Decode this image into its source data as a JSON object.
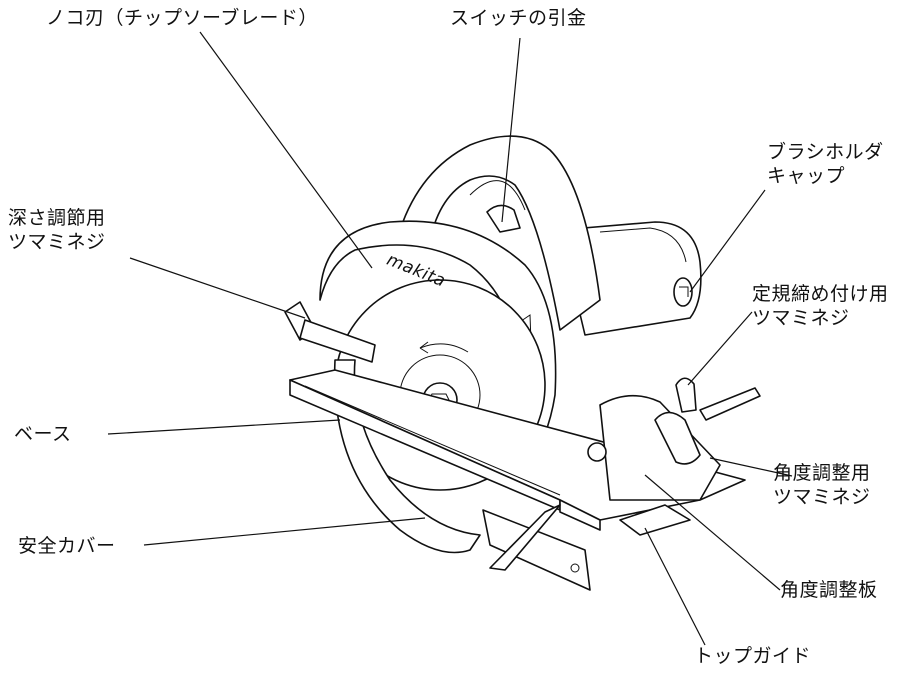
{
  "labels": {
    "blade": "ノコ刃（チップソーブレード）",
    "switch_trigger": "スイッチの引金",
    "brush_holder_cap": [
      "ブラシホルダ",
      "キャップ"
    ],
    "depth_knob": [
      "深さ調節用",
      "ツマミネジ"
    ],
    "guide_knob": [
      "定規締め付け用",
      "ツマミネジ"
    ],
    "base": "ベース",
    "angle_knob": [
      "角度調整用",
      "ツマミネジ"
    ],
    "safety_cover": "安全カバー",
    "angle_plate": "角度調整板",
    "top_guide": "トップガイド"
  },
  "brand": "makita"
}
